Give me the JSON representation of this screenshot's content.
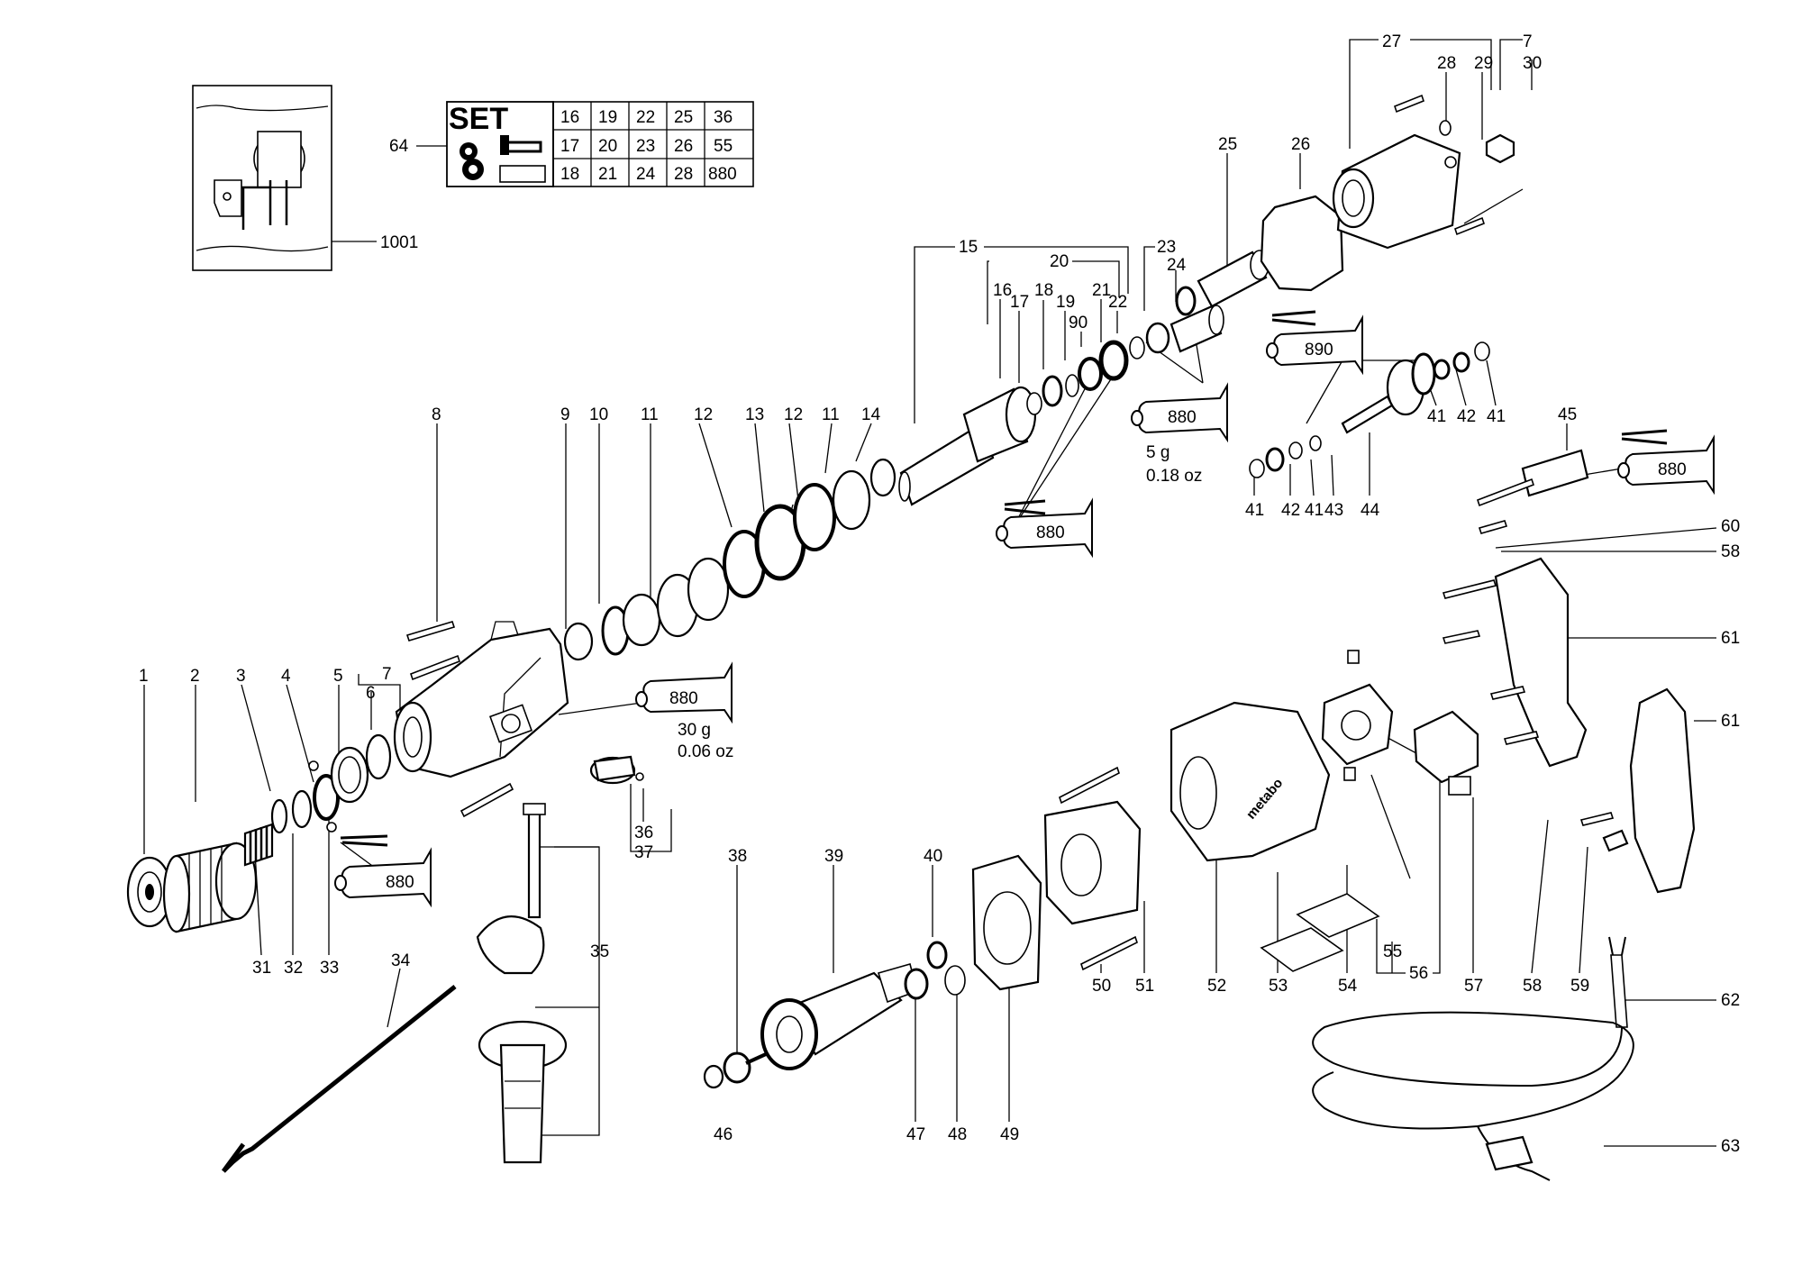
{
  "callouts": [
    "1",
    "2",
    "3",
    "4",
    "5",
    "6",
    "7",
    "7",
    "8",
    "9",
    "10",
    "11",
    "11",
    "12",
    "12",
    "13",
    "14",
    "15",
    "16",
    "17",
    "18",
    "19",
    "20",
    "21",
    "22",
    "23",
    "24",
    "25",
    "26",
    "27",
    "28",
    "29",
    "30",
    "31",
    "32",
    "33",
    "34",
    "35",
    "36",
    "37",
    "38",
    "39",
    "40",
    "41",
    "41",
    "41",
    "41",
    "42",
    "42",
    "43",
    "44",
    "45",
    "46",
    "47",
    "48",
    "49",
    "50",
    "51",
    "52",
    "53",
    "54",
    "55",
    "56",
    "57",
    "58",
    "58",
    "59",
    "60",
    "61",
    "61",
    "62",
    "63",
    "64",
    "90",
    "1001"
  ],
  "set_box": {
    "title": "SET",
    "label": "64",
    "cells": [
      "16",
      "19",
      "22",
      "25",
      "36",
      "17",
      "20",
      "23",
      "26",
      "55",
      "18",
      "21",
      "24",
      "28",
      "880"
    ]
  },
  "lubricants": [
    {
      "code": "880",
      "amount": "30 g",
      "amount_oz": "0.06 oz"
    },
    {
      "code": "880",
      "amount": "5 g",
      "amount_oz": "0.18 oz"
    },
    {
      "code": "890"
    },
    {
      "code": "880"
    },
    {
      "code": "880"
    },
    {
      "code": "880"
    }
  ],
  "brand_on_housing": "metabo"
}
